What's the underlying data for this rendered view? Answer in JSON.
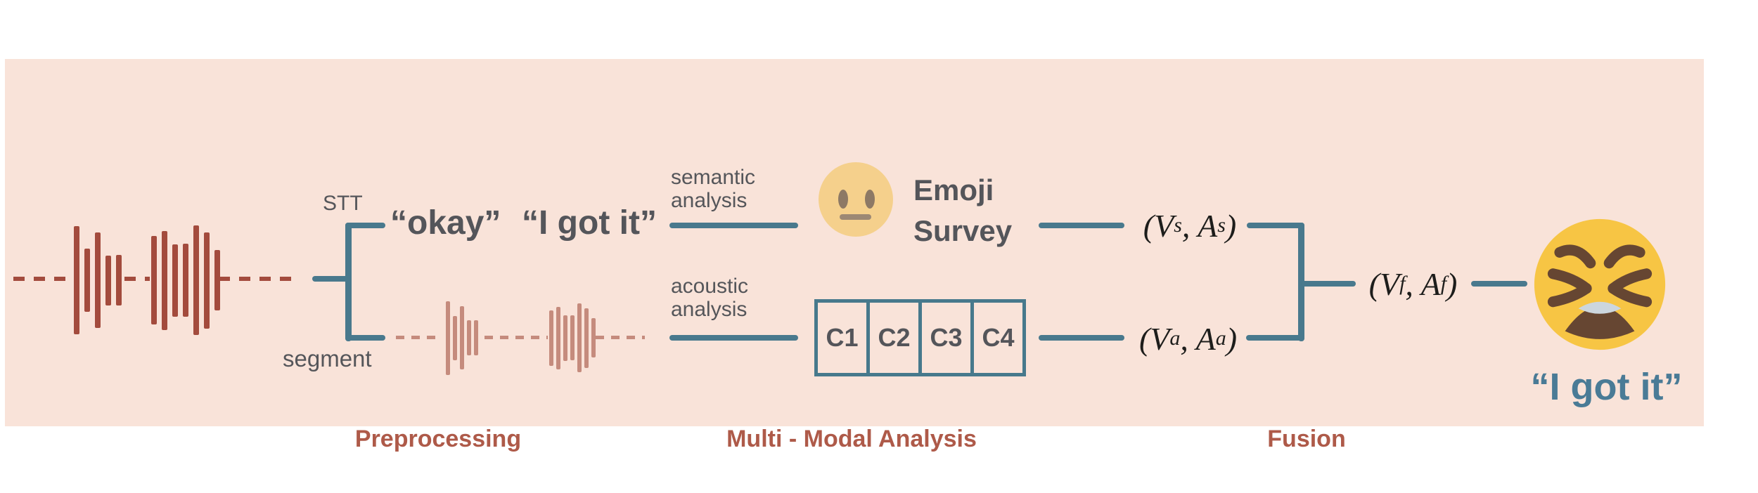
{
  "palette": {
    "panel_bg": "#f9e3d9",
    "page_bg": "#ffffff",
    "connector_teal": "#49798d",
    "dark_text": "#55565a",
    "stage_label_brick": "#ae5a49",
    "waveform_dark": "#a34b3d",
    "waveform_light": "#c58b7d",
    "math_text": "#1d1d1b",
    "neutral_emoji_face": "#f5d08c",
    "neutral_emoji_features": "#8d7965",
    "tired_emoji_face": "#f7c544",
    "tired_emoji_features": "#664632",
    "tired_emoji_teeth": "#ccd6de",
    "final_quote_text": "#4a7b96"
  },
  "stages": {
    "preprocessing": "Preprocessing",
    "multimodal": "Multi - Modal Analysis",
    "fusion": "Fusion"
  },
  "preprocessing": {
    "stt_label": "STT",
    "segment_label": "segment",
    "transcript_okay": "“okay”",
    "transcript_got_it": "“I got it”"
  },
  "waveforms": {
    "input_cluster1": [
      154,
      90,
      136,
      71,
      72
    ],
    "input_cluster2": [
      126,
      141,
      103,
      104,
      156,
      137,
      86
    ],
    "segment_cluster1": [
      105,
      63,
      90,
      50,
      50
    ],
    "segment_cluster2": [
      79,
      89,
      65,
      64,
      98,
      85,
      56
    ]
  },
  "analysis": {
    "semantic_label_line1": "semantic",
    "semantic_label_line2": "analysis",
    "acoustic_label_line1": "acoustic",
    "acoustic_label_line2": "analysis",
    "emoji_survey_line1": "Emoji",
    "emoji_survey_line2": "Survey",
    "acoustic_cells": [
      "C1",
      "C2",
      "C3",
      "C4"
    ]
  },
  "fusion": {
    "semantic_pair": {
      "prefix": "(V",
      "sub1": "s",
      "mid": ", A",
      "sub2": "s",
      "suffix": ")"
    },
    "acoustic_pair": {
      "prefix": "(V",
      "sub1": "a",
      "mid": ", A",
      "sub2": "a",
      "suffix": ")"
    },
    "fused_pair": {
      "prefix": "(V",
      "sub1": "f",
      "mid": ", A",
      "sub2": "f",
      "suffix": ")"
    }
  },
  "output": {
    "final_quote": "“I got it”"
  }
}
